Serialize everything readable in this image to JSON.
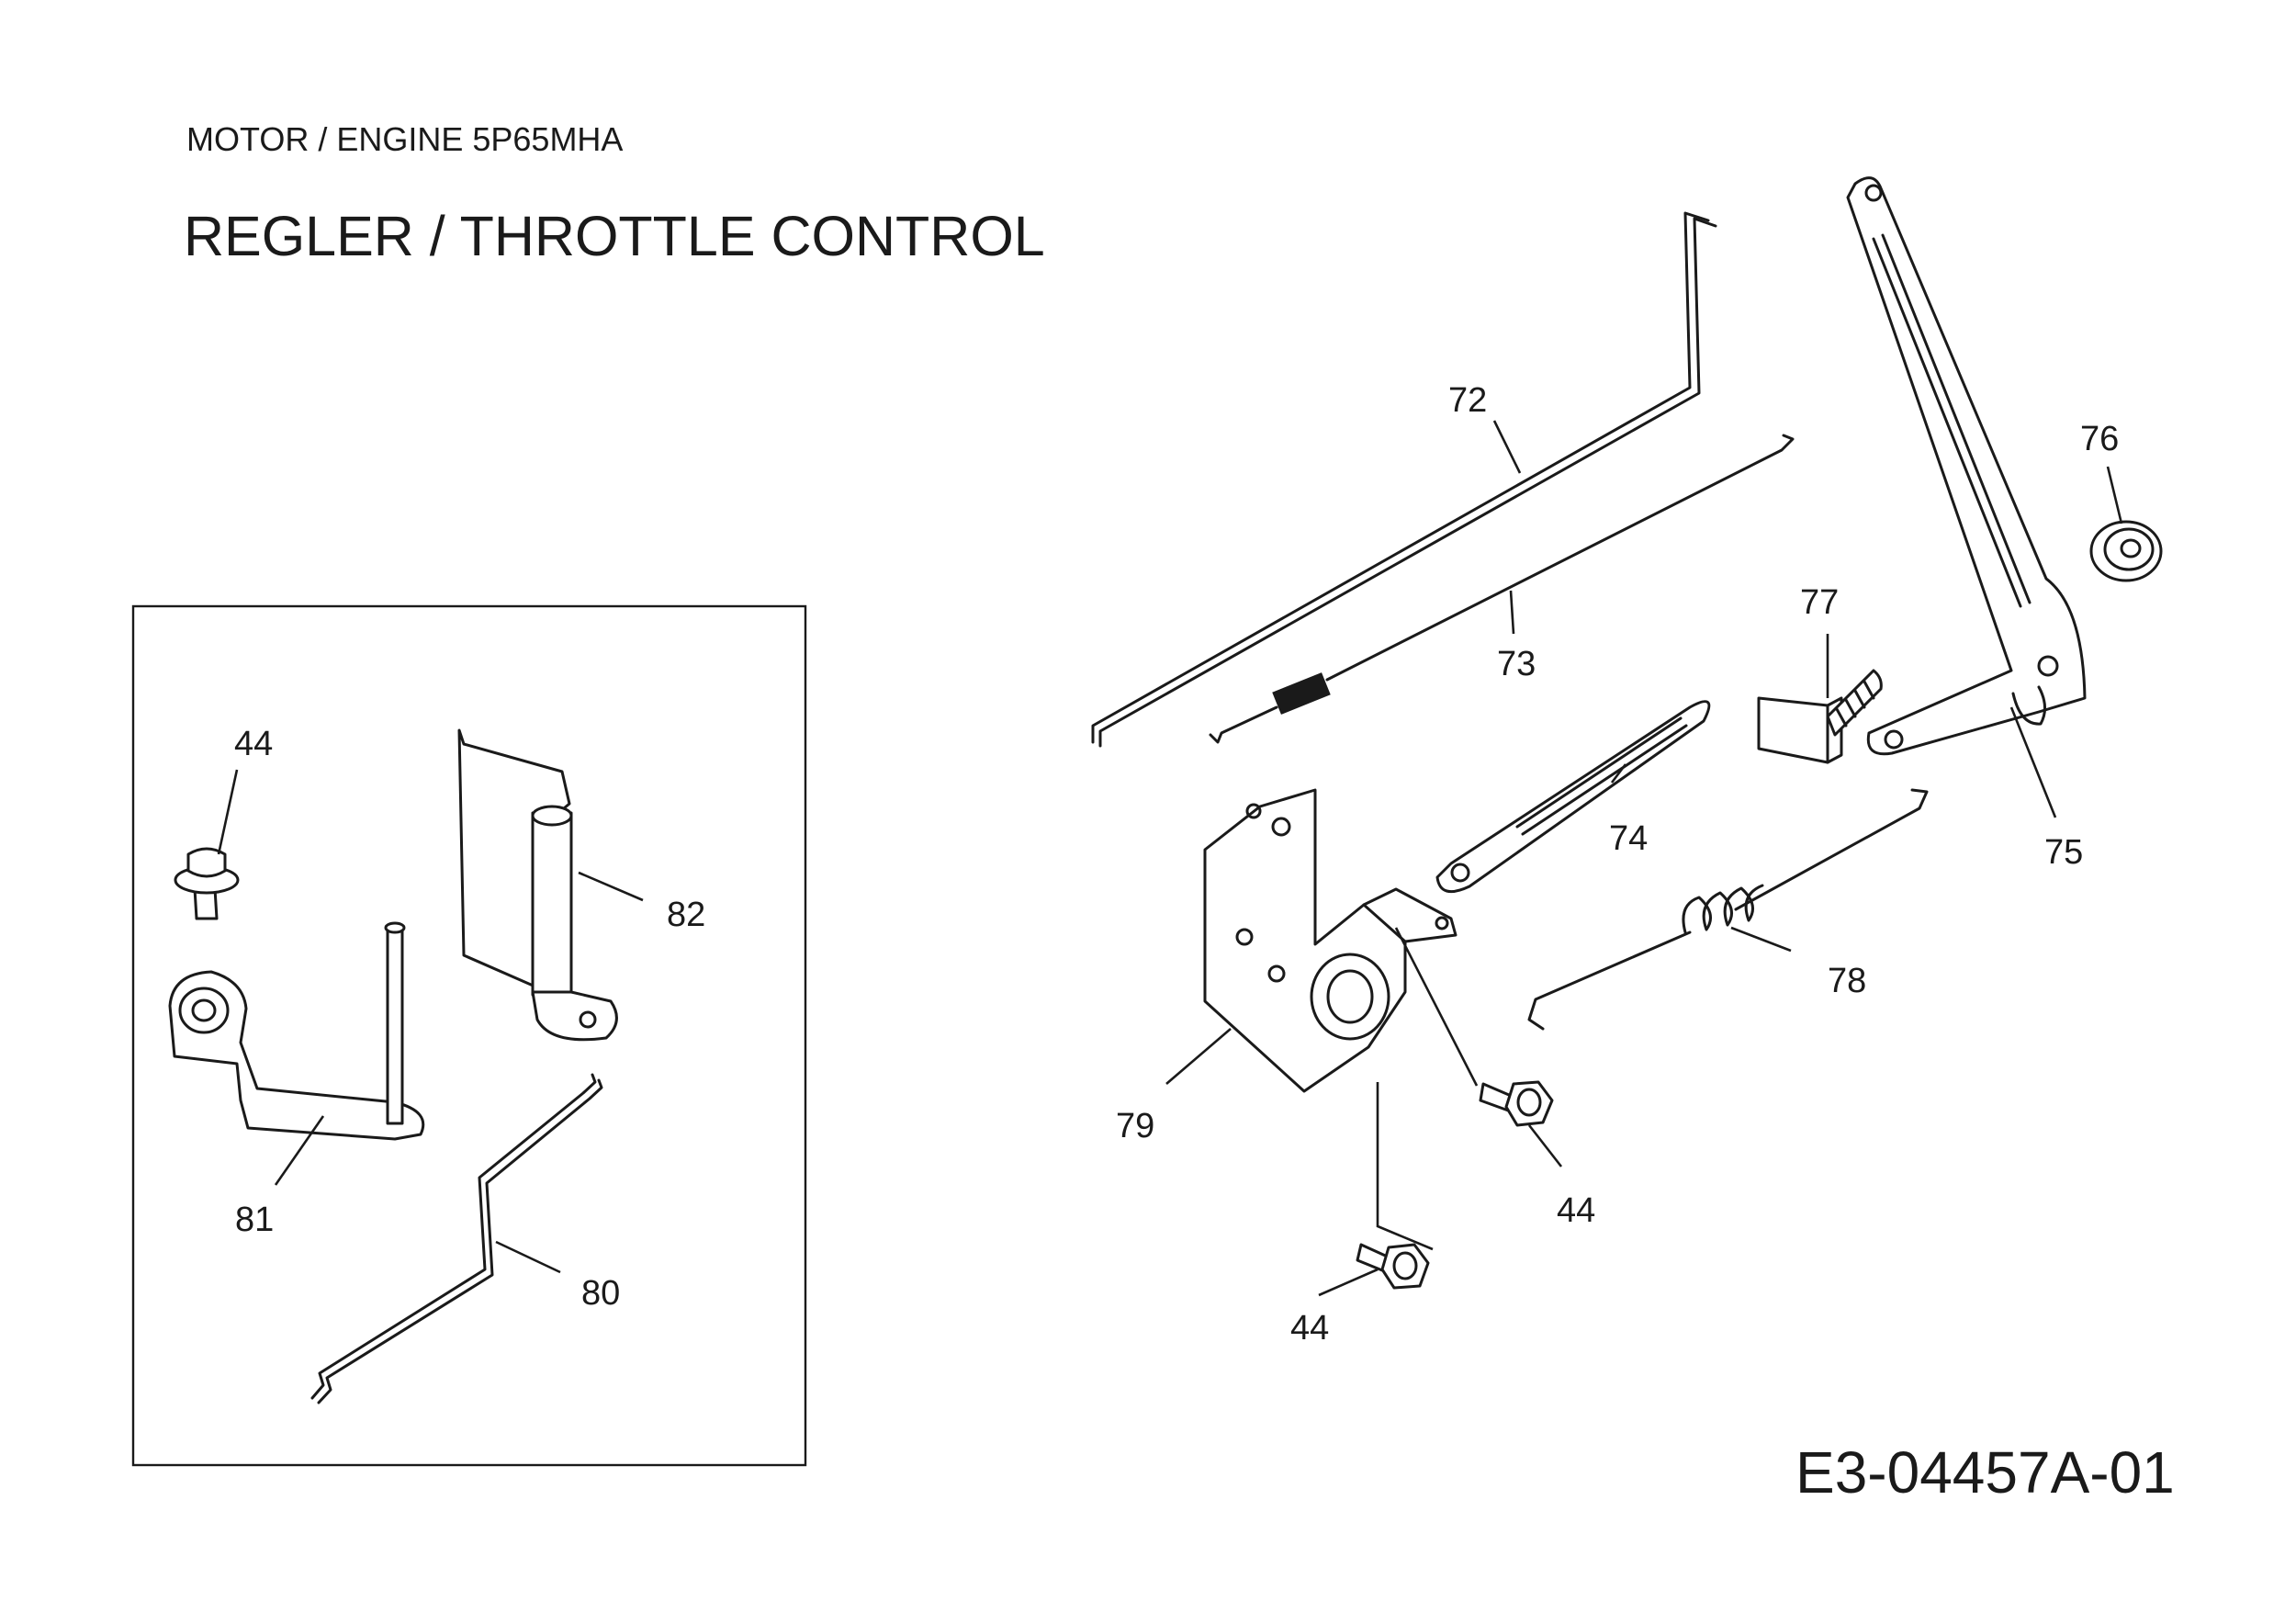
{
  "header": {
    "subtitle": "MOTOR / ENGINE 5P65MHA",
    "title": "REGLER / THROTTLE CONTROL"
  },
  "footer": {
    "document_number": "E3-04457A-01"
  },
  "parts": [
    {
      "ref": "72"
    },
    {
      "ref": "73"
    },
    {
      "ref": "74"
    },
    {
      "ref": "75"
    },
    {
      "ref": "76"
    },
    {
      "ref": "77"
    },
    {
      "ref": "78"
    },
    {
      "ref": "79"
    },
    {
      "ref": "44"
    },
    {
      "ref": "44"
    },
    {
      "ref": "44"
    },
    {
      "ref": "80"
    },
    {
      "ref": "81"
    },
    {
      "ref": "82"
    }
  ]
}
